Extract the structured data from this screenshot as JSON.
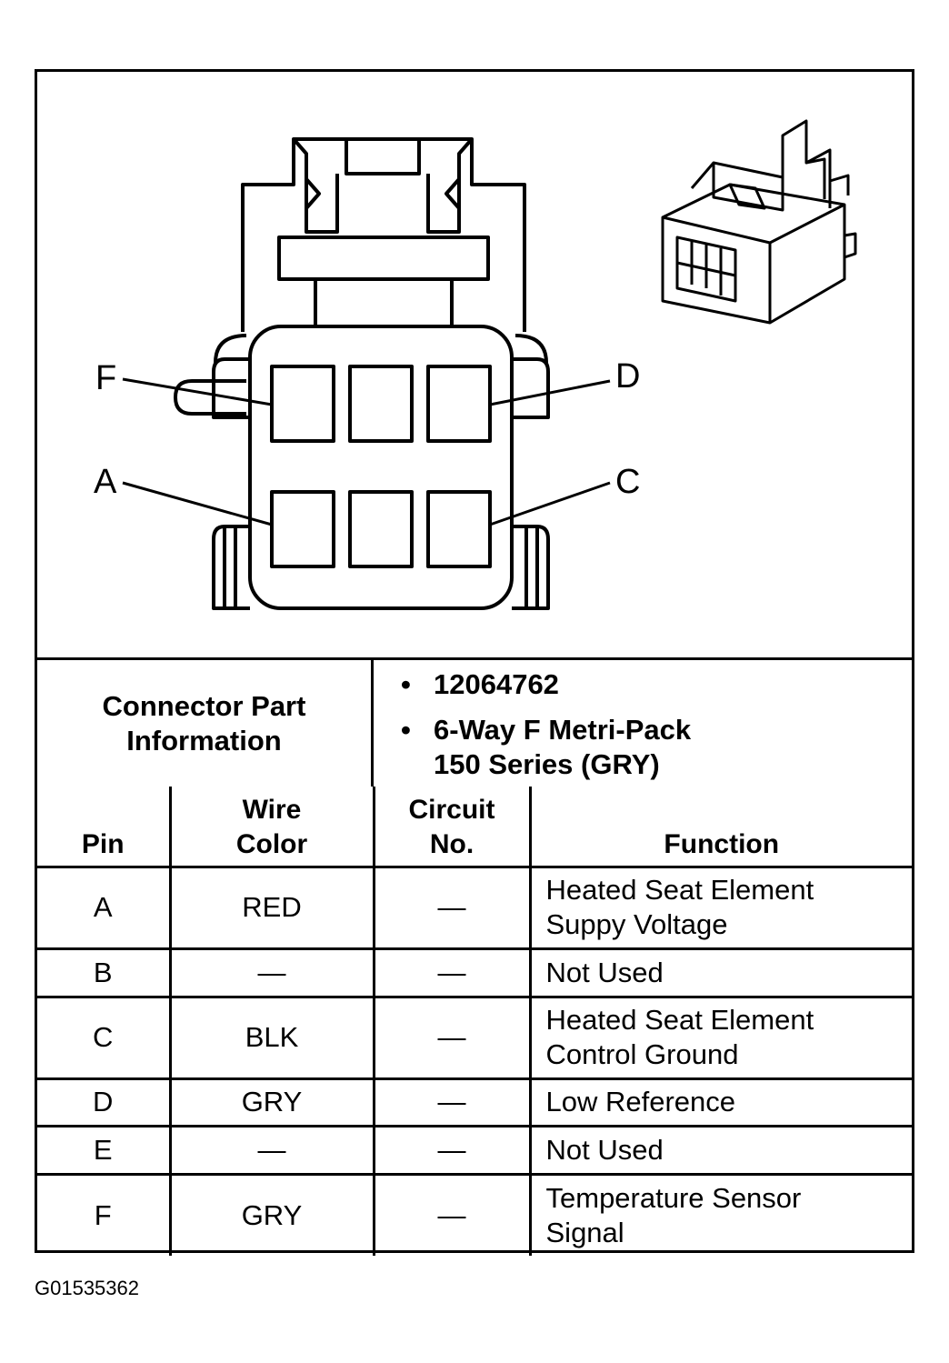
{
  "pin_labels": [
    "F",
    "D",
    "A",
    "C"
  ],
  "connector_info": {
    "label_line1": "Connector Part",
    "label_line2": "Information",
    "part_number": "12064762",
    "description_line1": "6-Way F Metri-Pack",
    "description_line2": "150 Series (GRY)"
  },
  "table": {
    "headers": {
      "pin": "Pin",
      "wire_line1": "Wire",
      "wire_line2": "Color",
      "circuit_line1": "Circuit",
      "circuit_line2": "No.",
      "function": "Function"
    },
    "rows": [
      {
        "pin": "A",
        "wire": "RED",
        "circuit": "—",
        "function_line1": "Heated Seat Element",
        "function_line2": "Suppy Voltage"
      },
      {
        "pin": "B",
        "wire": "—",
        "circuit": "—",
        "function_line1": "Not Used",
        "function_line2": ""
      },
      {
        "pin": "C",
        "wire": "BLK",
        "circuit": "—",
        "function_line1": "Heated Seat Element",
        "function_line2": "Control Ground"
      },
      {
        "pin": "D",
        "wire": "GRY",
        "circuit": "—",
        "function_line1": "Low Reference",
        "function_line2": ""
      },
      {
        "pin": "E",
        "wire": "—",
        "circuit": "—",
        "function_line1": "Not Used",
        "function_line2": ""
      },
      {
        "pin": "F",
        "wire": "GRY",
        "circuit": "—",
        "function_line1": "Temperature Sensor",
        "function_line2": "Signal"
      }
    ]
  },
  "figure_id": "G01535362"
}
